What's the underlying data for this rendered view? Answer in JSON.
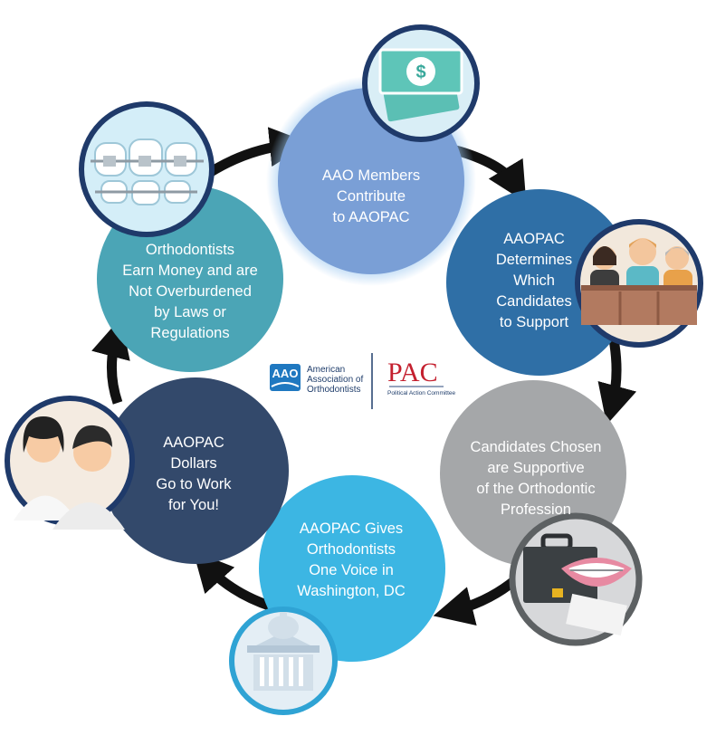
{
  "steps": [
    {
      "id": "contribute",
      "text": "AAO Members\nContribute\nto AAOPAC",
      "color": "#7a9fd6",
      "icon": "money-icon"
    },
    {
      "id": "determine",
      "text": "AAOPAC\nDetermines\nWhich\nCandidates\nto Support",
      "color": "#2f6fa6",
      "icon": "people-icon"
    },
    {
      "id": "chosen",
      "text": "Candidates Chosen\nare Supportive\nof the Orthodontic\nProfession",
      "color": "#a5a7a9",
      "icon": "briefcase-braces-icon"
    },
    {
      "id": "voice",
      "text": "AAOPAC Gives\nOrthodontists\nOne Voice in\nWashington, DC",
      "color": "#3cb6e3",
      "icon": "capitol-icon"
    },
    {
      "id": "dollars",
      "text": "AAOPAC\nDollars\nGo to Work\nfor You!",
      "color": "#33496b",
      "icon": "doctors-icon"
    },
    {
      "id": "earn",
      "text": "Orthodontists\nEarn Money and are\nNot Overburdened\nby Laws or\nRegulations",
      "color": "#4ba5b6",
      "icon": "braces-icon"
    }
  ],
  "logo": {
    "aao_badge": "AAO",
    "aao_line1": "American",
    "aao_line2": "Association of",
    "aao_line3": "Orthodontists",
    "pac": "PAC",
    "pac_sub": "Political Action Committee"
  }
}
